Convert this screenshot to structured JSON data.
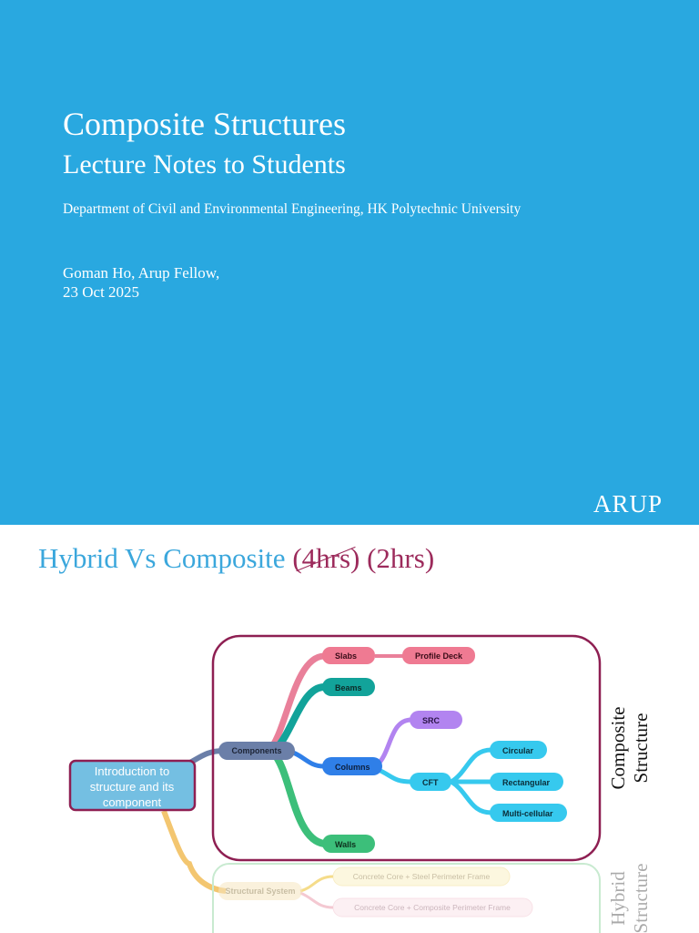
{
  "slide1": {
    "title": "Composite Structures",
    "subtitle": "Lecture Notes to Students",
    "department": "Department of Civil and Environmental Engineering, HK Polytechnic University",
    "author": "Goman Ho,  Arup Fellow,",
    "date": "23 Oct 2025",
    "logo": "ARUP",
    "colors": {
      "background": "#29a8e0",
      "text": "#ffffff"
    }
  },
  "slide2": {
    "title_prefix": "Hybrid Vs Composite ",
    "title_struck": "(4hrs)",
    "title_new": " (2hrs)",
    "colors": {
      "title": "#3ba7dc",
      "accent": "#9c2a5b"
    },
    "mindmap": {
      "root": [
        "Introduction to",
        "structure and its",
        "component"
      ],
      "components": "Components",
      "slabs": "Slabs",
      "profile_deck": "Profile Deck",
      "beams": "Beams",
      "columns": "Columns",
      "src": "SRC",
      "cft": "CFT",
      "circular": "Circular",
      "rectangular": "Rectangular",
      "multicellular": "Multi-cellular",
      "walls": "Walls",
      "structural_system": "Structural System",
      "frame1": "Concrete Core + Steel Perimeter Frame",
      "frame2": "Concrete Core + Composite Perimeter Frame",
      "composite_label": [
        "Composite",
        "Structure"
      ],
      "hybrid_label": [
        "Hybrid",
        "Structure"
      ]
    }
  }
}
